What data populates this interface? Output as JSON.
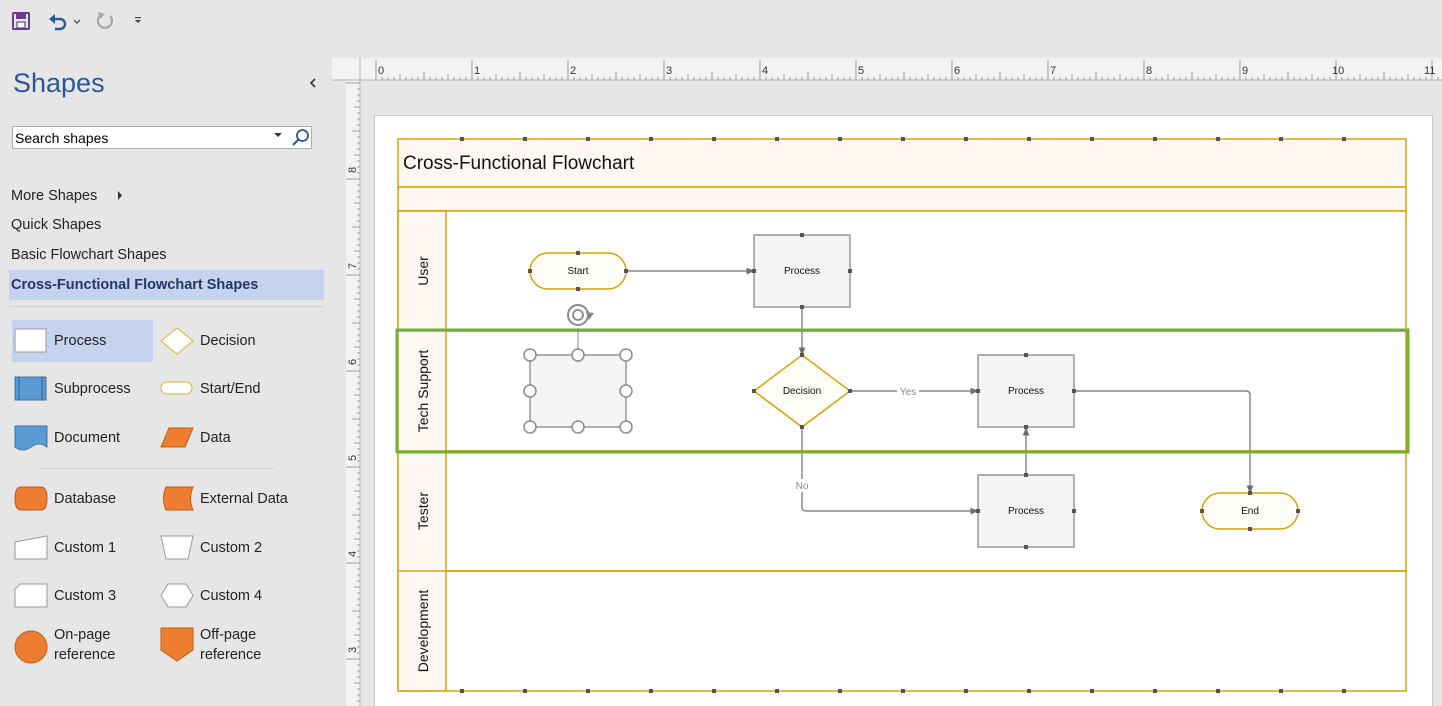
{
  "toolbar": {
    "icons": [
      "save-icon",
      "undo-icon",
      "undo-dropdown-icon",
      "redo-icon",
      "customize-toolbar-icon"
    ]
  },
  "shapes_pane": {
    "title": "Shapes",
    "search_placeholder": "Search shapes",
    "search_value": "Search shapes",
    "stencils": [
      "More Shapes",
      "Quick Shapes",
      "Basic Flowchart Shapes",
      "Cross-Functional Flowchart Shapes"
    ],
    "active_stencil": "Cross-Functional Flowchart Shapes",
    "shapes": [
      {
        "label": "Process",
        "icon": "process-shape-icon"
      },
      {
        "label": "Decision",
        "icon": "decision-shape-icon"
      },
      {
        "label": "Subprocess",
        "icon": "subprocess-shape-icon"
      },
      {
        "label": "Start/End",
        "icon": "start-end-shape-icon"
      },
      {
        "label": "Document",
        "icon": "document-shape-icon"
      },
      {
        "label": "Data",
        "icon": "data-shape-icon"
      },
      {
        "label": "Database",
        "icon": "database-shape-icon"
      },
      {
        "label": "External Data",
        "icon": "external-data-shape-icon"
      },
      {
        "label": "Custom 1",
        "icon": "custom-1-shape-icon"
      },
      {
        "label": "Custom 2",
        "icon": "custom-2-shape-icon"
      },
      {
        "label": "Custom 3",
        "icon": "custom-3-shape-icon"
      },
      {
        "label": "Custom 4",
        "icon": "custom-4-shape-icon"
      },
      {
        "label_line1": "On-page",
        "label_line2": "reference",
        "icon": "on-page-reference-shape-icon"
      },
      {
        "label_line1": "Off-page",
        "label_line2": "reference",
        "icon": "off-page-reference-shape-icon"
      }
    ]
  },
  "ruler": {
    "horizontal_labels": [
      "0",
      "1",
      "2",
      "3",
      "4",
      "5",
      "6",
      "7",
      "8",
      "9",
      "10",
      "11"
    ],
    "vertical_labels": [
      "8",
      "7",
      "6",
      "5",
      "4",
      "3"
    ]
  },
  "diagram": {
    "title": "Cross-Functional Flowchart",
    "lanes": [
      "User",
      "Tech Support",
      "Tester",
      "Development"
    ],
    "shapes": {
      "start": "Start",
      "process_user": "Process",
      "decision": "Decision",
      "process_support": "Process",
      "process_tester": "Process",
      "end": "End"
    },
    "connector_labels": {
      "yes": "Yes",
      "no": "No"
    }
  },
  "colors": {
    "accent": "#2b579a",
    "swimlane_border": "#d6a500",
    "shape_fill": "#f4f4f4",
    "selection_green": "#70b03a",
    "stencil_orange": "#ed7d31",
    "stencil_blue": "#5b9bd5",
    "active_highlight": "#c5d3ef"
  }
}
